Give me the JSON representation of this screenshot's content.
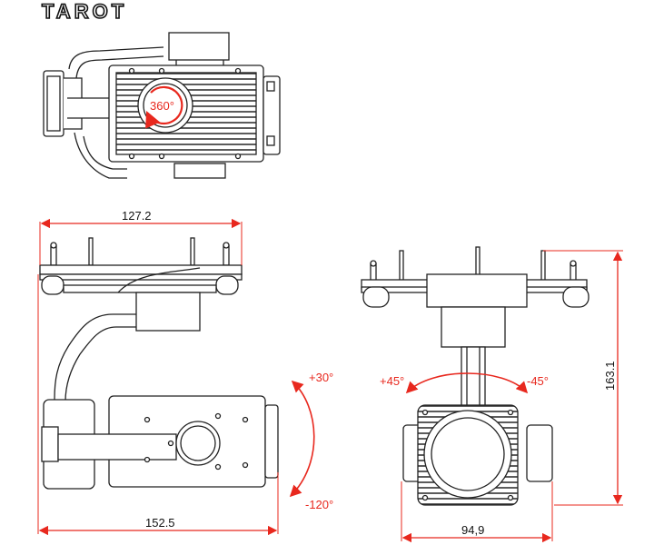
{
  "brand": {
    "logo_text": "TAROT"
  },
  "top_view": {
    "rotation_label": "360°"
  },
  "side_view": {
    "width_top_label": "127.2",
    "width_bottom_label": "152.5",
    "tilt_up_label": "+30°",
    "tilt_down_label": "-120°"
  },
  "front_view": {
    "height_label": "163.1",
    "width_label": "94,9",
    "roll_left_label": "+45°",
    "roll_right_label": "-45°"
  },
  "colors": {
    "line": "#222222",
    "dimension": "#e8281e"
  }
}
